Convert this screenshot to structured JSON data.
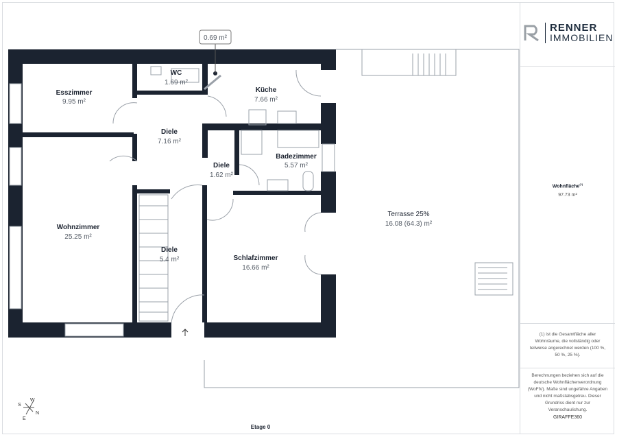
{
  "brand": {
    "name_top": "RENNER",
    "name_bottom": "IMMOBILIEN"
  },
  "summary": {
    "label": "Wohnfläche",
    "footnote_mark": "(1)",
    "value": "97.73 m²"
  },
  "notes": {
    "footnote": "(1) ist die Gesamtfläche aller Wohnräume, die vollständig oder teilweise angerechnet werden (100 %, 50 %, 25 %).",
    "disclaimer": "Berechnungen beziehen sich auf die deutsche Wohnflächenverordnung (WoFlV). Maße sind ungefähre Angaben und nicht maßstabsgetreu. Dieser Grundriss dient nur zur Veranschaulichung.",
    "credit": "GIRAFFE360"
  },
  "floor_label": "Etage 0",
  "callout": "0.69 m²",
  "compass": {
    "s": "S",
    "w": "W",
    "n": "N",
    "e": "E"
  },
  "rooms": [
    {
      "name": "Esszimmer",
      "area": "9.95 m²"
    },
    {
      "name": "WC",
      "area": "1.69 m²"
    },
    {
      "name": "Küche",
      "area": "7.66 m²"
    },
    {
      "name": "Diele",
      "area": "7.16 m²"
    },
    {
      "name": "Diele",
      "area": "1.62 m²"
    },
    {
      "name": "Badezimmer",
      "area": "5.57 m²"
    },
    {
      "name": "Wohnzimmer",
      "area": "25.25 m²"
    },
    {
      "name": "Diele",
      "area": "5.4 m²"
    },
    {
      "name": "Schlafzimmer",
      "area": "16.66 m²"
    },
    {
      "name": "Terrasse 25%",
      "area": "16.08 (64.3) m²"
    }
  ],
  "colors": {
    "wall": "#1b2330",
    "brand": "#1c2b3c"
  }
}
